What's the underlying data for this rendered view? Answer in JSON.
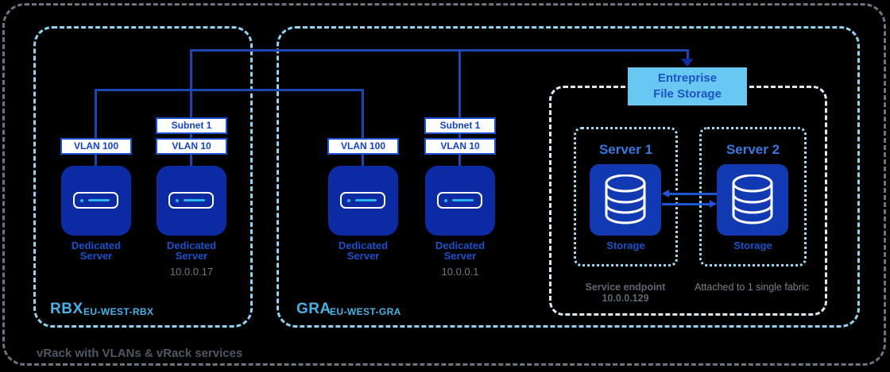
{
  "diagram": {
    "footer_label": "vRack with VLANs & vRack services"
  },
  "regions": {
    "rbx": {
      "name": "RBX",
      "code": "EU-WEST-RBX",
      "servers": [
        {
          "vlan": "VLAN 100",
          "label": "Dedicated Server"
        },
        {
          "subnet": "Subnet 1",
          "vlan": "VLAN 10",
          "label": "Dedicated Server",
          "ip": "10.0.0.17"
        }
      ]
    },
    "gra": {
      "name": "GRA",
      "code": "EU-WEST-GRA",
      "servers": [
        {
          "vlan": "VLAN 100",
          "label": "Dedicated Server"
        },
        {
          "subnet": "Subnet 1",
          "vlan": "VLAN 10",
          "label": "Dedicated Server",
          "ip": "10.0.0.1"
        }
      ]
    },
    "file_storage": {
      "title_line1": "Entreprise",
      "title_line2": "File Storage",
      "servers": [
        {
          "name": "Server 1",
          "storage_label": "Storage"
        },
        {
          "name": "Server 2",
          "storage_label": "Storage"
        }
      ],
      "service_endpoint": "Service endpoint 10.0.0.129",
      "fabric_note": "Attached to 1 single fabric"
    }
  },
  "colors": {
    "background": "#000000",
    "outer_dash": "#6b7482",
    "region_dash": "#8fd2f2",
    "storage_region_dash": "#dfe8f0",
    "server_dotted": "#a0daf4",
    "bus_line": "#1948b6",
    "transfer_arrow": "#1d55d4",
    "server_box": "#0b2aa4",
    "storage_box": "#1139b2",
    "efs_background": "#68c8f2",
    "efs_text": "#1b53c6",
    "label_blue": "#1c50cc",
    "accent_cyan": "#47b2e6",
    "gray_text": "#70767e"
  }
}
